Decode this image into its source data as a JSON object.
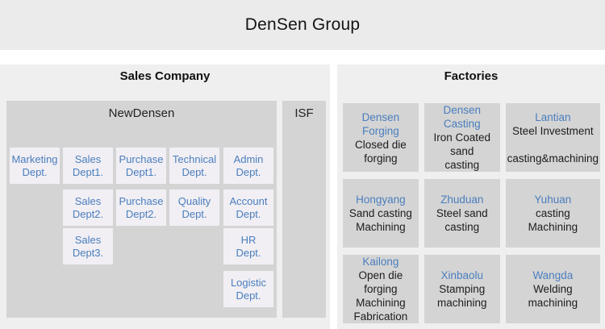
{
  "title": "DenSen Group",
  "colors": {
    "header_bg": "#ebebeb",
    "panel_bg": "#f0efef",
    "box_bg": "#d4d4d4",
    "dept_box_bg": "#f1eff4",
    "accent_blue": "#4a7ebd",
    "text_dark": "#1c1c1c"
  },
  "sales_company": {
    "title": "Sales Company",
    "group": "NewDensen",
    "side_box": "ISF",
    "departments": [
      {
        "lines": [
          "Marketing",
          "Dept."
        ]
      },
      {
        "lines": [
          "Sales",
          "Dept1."
        ]
      },
      {
        "lines": [
          "Purchase",
          "Dept1."
        ]
      },
      {
        "lines": [
          "Technical",
          "Dept."
        ]
      },
      {
        "lines": [
          "Admin",
          "Dept."
        ]
      },
      {
        "lines": [
          "Sales",
          "Dept2."
        ]
      },
      {
        "lines": [
          "Purchase",
          "Dept2."
        ]
      },
      {
        "lines": [
          "Quality",
          "Dept."
        ]
      },
      {
        "lines": [
          "Account",
          "Dept."
        ]
      },
      {
        "lines": [
          "Sales",
          "Dept3."
        ]
      },
      {
        "lines": [
          "HR",
          "Dept."
        ]
      },
      {
        "lines": [
          "Logistic",
          "Dept."
        ]
      }
    ]
  },
  "factories": {
    "title": "Factories",
    "items": [
      {
        "name": "Densen Forging",
        "lines": [
          "Closed die forging"
        ]
      },
      {
        "name": "Densen Casting",
        "lines": [
          "Iron Coated sand",
          "casting"
        ]
      },
      {
        "name": "Lantian",
        "lines": [
          "Steel Investment",
          " ",
          "casting&machining"
        ]
      },
      {
        "name": "Hongyang",
        "lines": [
          "Sand casting",
          "Machining"
        ]
      },
      {
        "name": "Zhuduan",
        "lines": [
          "Steel sand casting"
        ]
      },
      {
        "name": "Yuhuan",
        "lines": [
          "casting",
          "Machining"
        ]
      },
      {
        "name": "Kailong",
        "lines": [
          "Open die forging",
          "Machining",
          "Fabrication"
        ]
      },
      {
        "name": "Xinbaolu",
        "lines": [
          "Stamping",
          "machining"
        ]
      },
      {
        "name": "Wangda",
        "lines": [
          "Welding",
          "machining"
        ]
      }
    ]
  }
}
